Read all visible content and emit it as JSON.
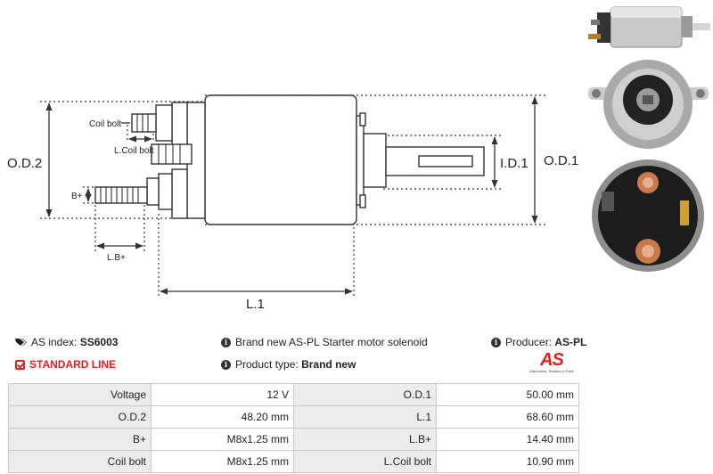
{
  "diagram": {
    "labels": {
      "od2": "O.D.2",
      "od1": "O.D.1",
      "id1": "I.D.1",
      "l1": "L.1",
      "lb": "L.B+",
      "b": "B+",
      "coil_bolt": "Coil bolt",
      "l_coil_bolt": "L.Coil bolt"
    }
  },
  "info": {
    "as_index_label": "AS index:",
    "as_index_value": "SS6003",
    "standard_line": "STANDARD LINE",
    "description": "Brand new AS-PL Starter motor solenoid",
    "product_type_label": "Product type:",
    "product_type_value": "Brand new",
    "producer_label": "Producer:",
    "producer_value": "AS-PL"
  },
  "logo": {
    "mark": "AS",
    "subtitle": "Alternators, Starters & Parts"
  },
  "specs": [
    [
      "Voltage",
      "12 V",
      "O.D.1",
      "50.00 mm"
    ],
    [
      "O.D.2",
      "48.20 mm",
      "L.1",
      "68.60 mm"
    ],
    [
      "B+",
      "M8x1.25 mm",
      "L.B+",
      "14.40 mm"
    ],
    [
      "Coil bolt",
      "M8x1.25 mm",
      "L.Coil bolt",
      "10.90 mm"
    ]
  ],
  "colors": {
    "accent": "#e02020",
    "label_bg": "#ececec",
    "border": "#c8c8c8"
  }
}
